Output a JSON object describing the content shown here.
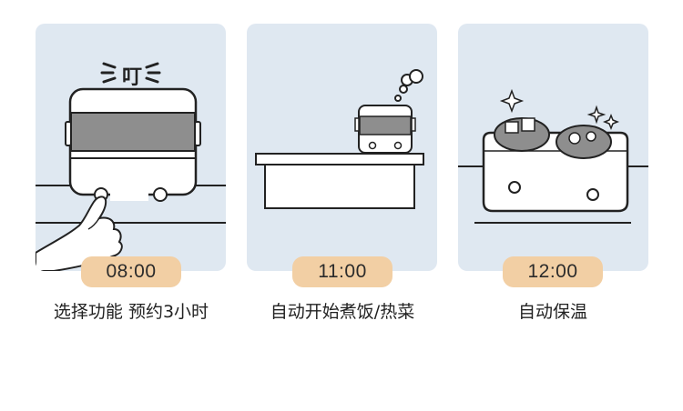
{
  "colors": {
    "panel_background": "#dfe8f1",
    "badge_background": "#f2cfa4",
    "appliance_band": "#8e8e8e",
    "outline": "#222222"
  },
  "steps": [
    {
      "sound_text": "叮",
      "time": "08:00",
      "caption": "选择功能 预约3小时",
      "icons": [
        "lunch-box-cooker-icon",
        "pointing-hand-icon",
        "ding-sound-icon"
      ]
    },
    {
      "time": "11:00",
      "caption": "自动开始煮饭/热菜",
      "icons": [
        "lunch-box-cooker-icon",
        "steam-icon",
        "desk-icon"
      ]
    },
    {
      "time": "12:00",
      "caption": "自动保温",
      "icons": [
        "open-lunch-box-icon",
        "sparkle-icon"
      ]
    }
  ]
}
